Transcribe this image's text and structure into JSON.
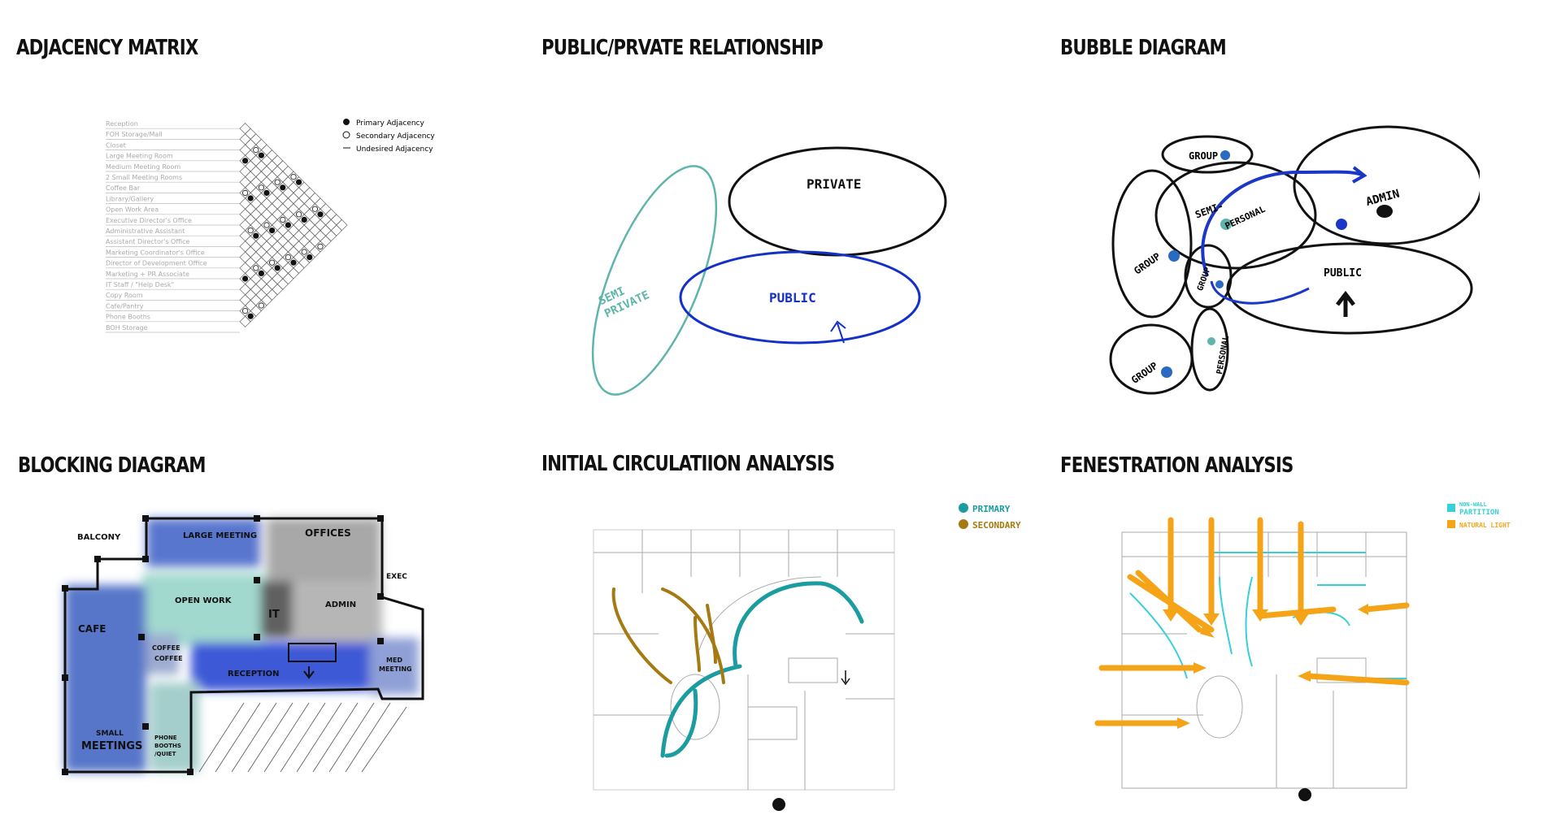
{
  "titles": {
    "adjacency": "ADJACENCY MATRIX",
    "public_private": "PUBLIC/PRVATE RELATIONSHIP",
    "bubble": "BUBBLE DIAGRAM",
    "blocking": "BLOCKING DIAGRAM",
    "circulation": "INITIAL CIRCULATIION ANALYSIS",
    "fenestration": "FENESTRATION ANALYSIS"
  },
  "adjacency": {
    "rooms": [
      "Reception",
      "FOH Storage/Mail",
      "Closet",
      "Large Meeting Room",
      "Medium Meeting Room",
      "2 Small Meeting Rooms",
      "Coffee Bar",
      "Library/Gallery",
      "Open Work Area",
      "Executive Director's Office",
      "Administrative Assistant",
      "Assistant Director's Office",
      "Marketing Coordinator's Office",
      "Director of Development Office",
      "Marketing + PR Associate",
      "IT Staff / \"Help Desk\"",
      "Copy Room",
      "Cafe/Pantry",
      "Phone Booths",
      "BOH Storage"
    ],
    "legend": {
      "primary": "Primary Adjacency",
      "secondary": "Secondary Adjacency",
      "undesired": "Undesired Adjacency"
    }
  },
  "public_private": {
    "private": "PRIVATE",
    "public": "PUBLIC",
    "semi_private_1": "SEMI",
    "semi_private_2": "PRIVATE"
  },
  "bubble": {
    "group_top": "GROUP",
    "admin": "ADMIN",
    "semi_1": "SEMI-",
    "semi_2": "PERSONAL",
    "group_left": "GROUP",
    "group_mid": "GROUP",
    "public": "PUBLIC",
    "group_bottom": "GROUP",
    "personal": "PERSONAL"
  },
  "blocking": {
    "balcony": "BALCONY",
    "large_meeting": "LARGE MEETING",
    "offices": "OFFICES",
    "open_work": "OPEN WORK",
    "it": "IT",
    "admin": "ADMIN",
    "exec": "EXEC",
    "cafe": "CAFE",
    "coffee_1": "COFFEE",
    "coffee_2": "COFFEE",
    "reception": "RECEPTION",
    "med_1": "MED",
    "med_2": "MEETING",
    "small_1": "SMALL",
    "small_2": "MEETINGS",
    "phone_1": "PHONE",
    "phone_2": "BOOTHS",
    "phone_3": "/QUIET"
  },
  "circulation": {
    "legend_primary": "PRIMARY",
    "legend_secondary": "SECONDARY",
    "colors": {
      "primary": "#1a9ca0",
      "secondary": "#a57a12"
    }
  },
  "fenestration": {
    "legend_partition_1": "NON-WALL",
    "legend_partition_2": "PARTITION",
    "legend_light": "NATURAL LIGHT",
    "colors": {
      "partition": "#36d0d8",
      "light": "#f5a418"
    }
  }
}
